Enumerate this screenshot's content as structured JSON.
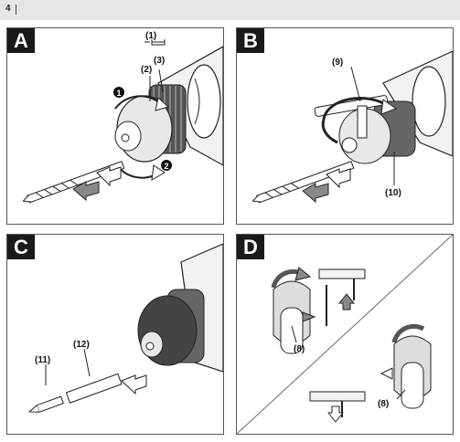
{
  "page": {
    "number": "4"
  },
  "panels": {
    "a": {
      "letter": "A",
      "labels": {
        "l1": "(1)",
        "l2": "(2)",
        "l3": "(3)"
      },
      "steps": {
        "s1": "1",
        "s2": "2"
      }
    },
    "b": {
      "letter": "B",
      "labels": {
        "l9": "(9)",
        "l10": "(10)"
      }
    },
    "c": {
      "letter": "C",
      "labels": {
        "l11": "(11)",
        "l12": "(12)"
      }
    },
    "d": {
      "letter": "D",
      "labels": {
        "l8a": "(8)",
        "l8b": "(8)"
      }
    }
  }
}
